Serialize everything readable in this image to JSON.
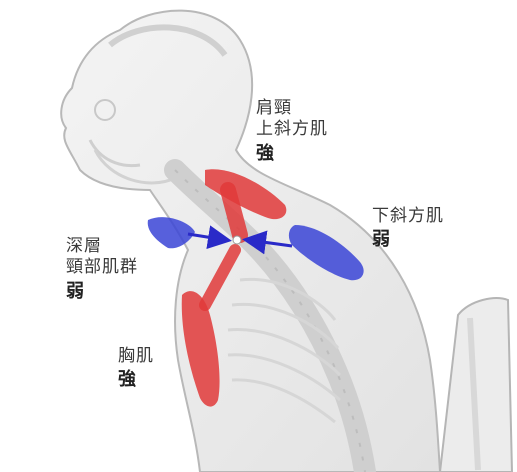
{
  "labels": {
    "upper_trap": {
      "name_line1": "肩頸",
      "name_line2": "上斜方肌",
      "state": "強"
    },
    "lower_trap": {
      "name": "下斜方肌",
      "state": "弱"
    },
    "deep_neck": {
      "name_line1": "深層",
      "name_line2": "頸部肌群",
      "state": "弱"
    },
    "pectoral": {
      "name": "胸肌",
      "state": "強"
    }
  },
  "colors": {
    "strong_muscle": "#e03a3a",
    "weak_muscle": "#3a44d6",
    "arrow": "#2a2ac8",
    "body_outline": "#b8b8b8",
    "body_fill": "#efefef"
  }
}
